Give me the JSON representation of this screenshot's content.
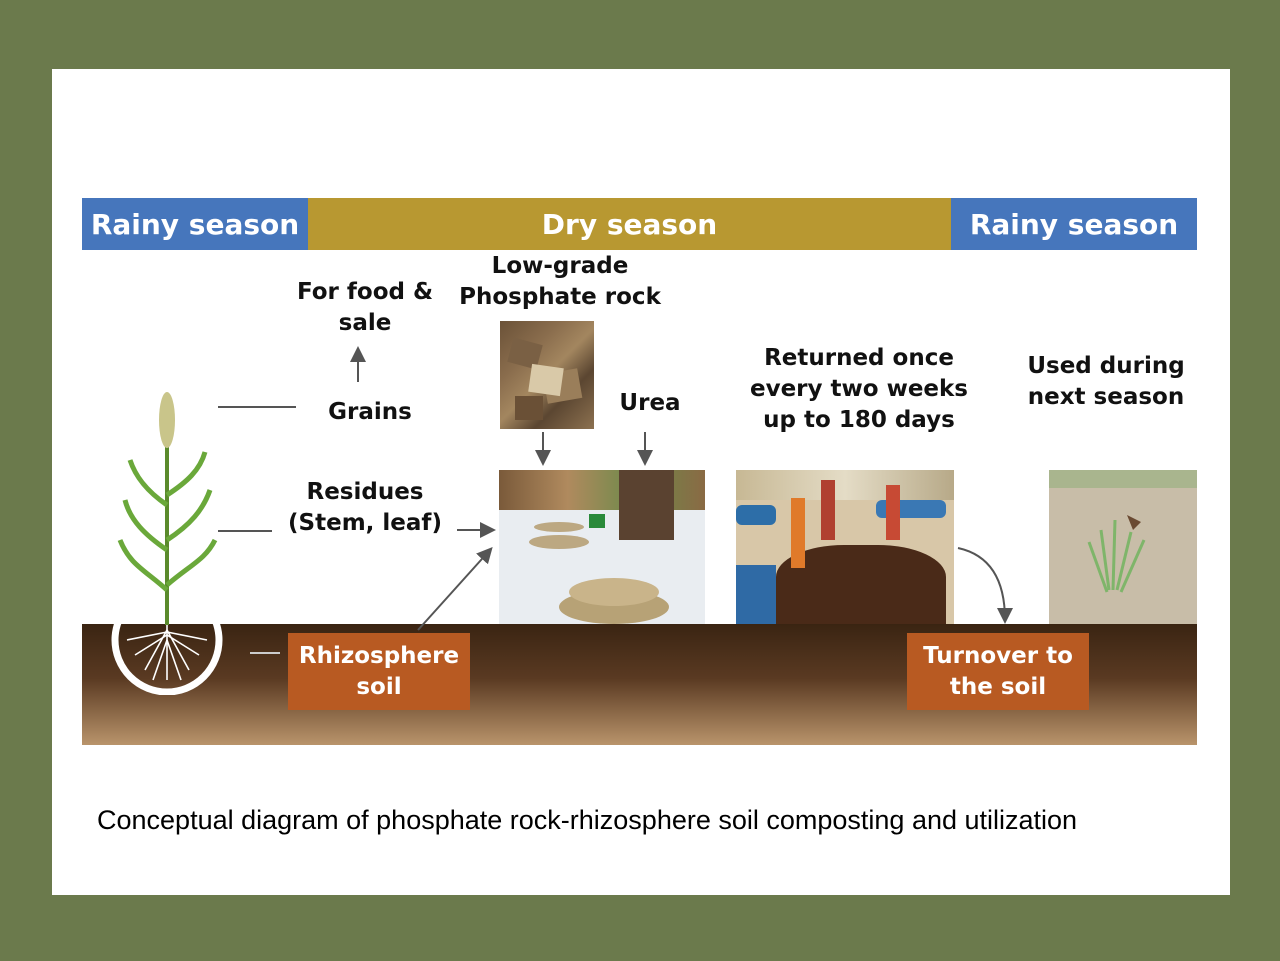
{
  "seasons": [
    {
      "label": "Rainy season",
      "color": "#4676bc"
    },
    {
      "label": "Dry season",
      "color": "#b89831"
    },
    {
      "label": "Rainy season",
      "color": "#4676bc"
    }
  ],
  "labels": {
    "food_sale": "For food &\nsale",
    "grains": "Grains",
    "residues": "Residues\n(Stem, leaf)",
    "phosphate_rock": "Low-grade\nPhosphate rock",
    "urea": "Urea",
    "returned": "Returned once\nevery two weeks\nup to 180 days",
    "used_next": "Used during\nnext season"
  },
  "boxes": {
    "rhizosphere": "Rhizosphere\nsoil",
    "turnover": "Turnover to\nthe soil"
  },
  "caption": "Conceptual diagram of phosphate rock-rhizosphere soil composting and utilization",
  "colors": {
    "background": "#6b7a4c",
    "soil_top": "#3a2412",
    "soil_bottom": "#b9946b",
    "box_orange": "#b85a22"
  }
}
